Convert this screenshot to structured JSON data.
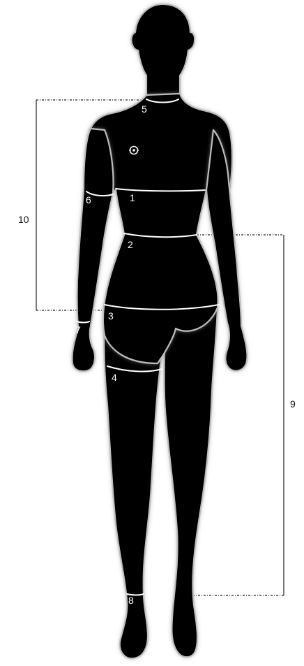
{
  "diagram": {
    "measurement_labels": {
      "bust": "1",
      "waist": "2",
      "hips": "3",
      "thigh": "4",
      "neck": "5",
      "upper_arm": "6",
      "wrist": "7",
      "ankle": "8",
      "inseam_length": "9",
      "torso_length": "10"
    },
    "colors": {
      "silhouette": "#000000",
      "outline": "#bdbdbd",
      "measure_lines": "#ffffff",
      "dimension_lines": "#222222"
    }
  }
}
